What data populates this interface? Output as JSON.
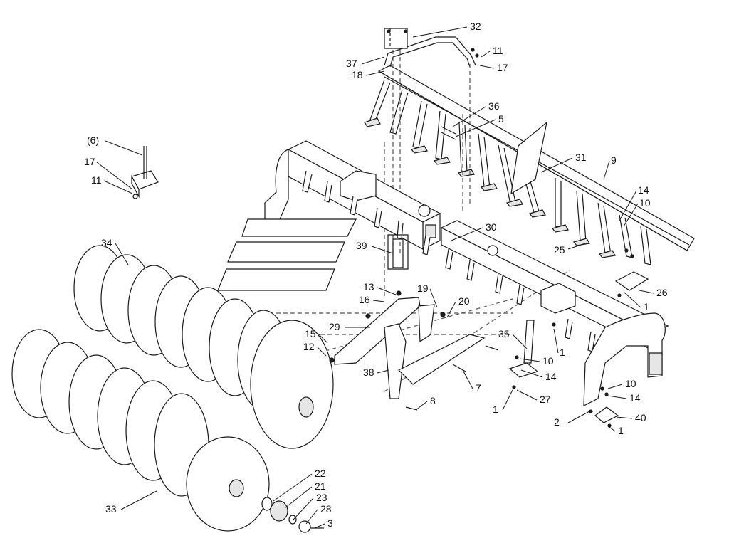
{
  "callouts": [
    "32",
    "11",
    "17",
    "37",
    "18",
    "36",
    "5",
    "(6)",
    "17",
    "11",
    "31",
    "9",
    "14",
    "10",
    "25",
    "26",
    "1",
    "34",
    "30",
    "39",
    "13",
    "16",
    "19",
    "20",
    "15",
    "12",
    "29",
    "35",
    "10",
    "1",
    "14",
    "27",
    "38",
    "7",
    "8",
    "1",
    "2",
    "10",
    "14",
    "40",
    "1",
    "22",
    "21",
    "23",
    "28",
    "3",
    "33"
  ],
  "colors": {
    "line": "#1a1a1a",
    "fill": "#ffffff",
    "shade": "#e6e6e6",
    "dash": "#555555"
  }
}
